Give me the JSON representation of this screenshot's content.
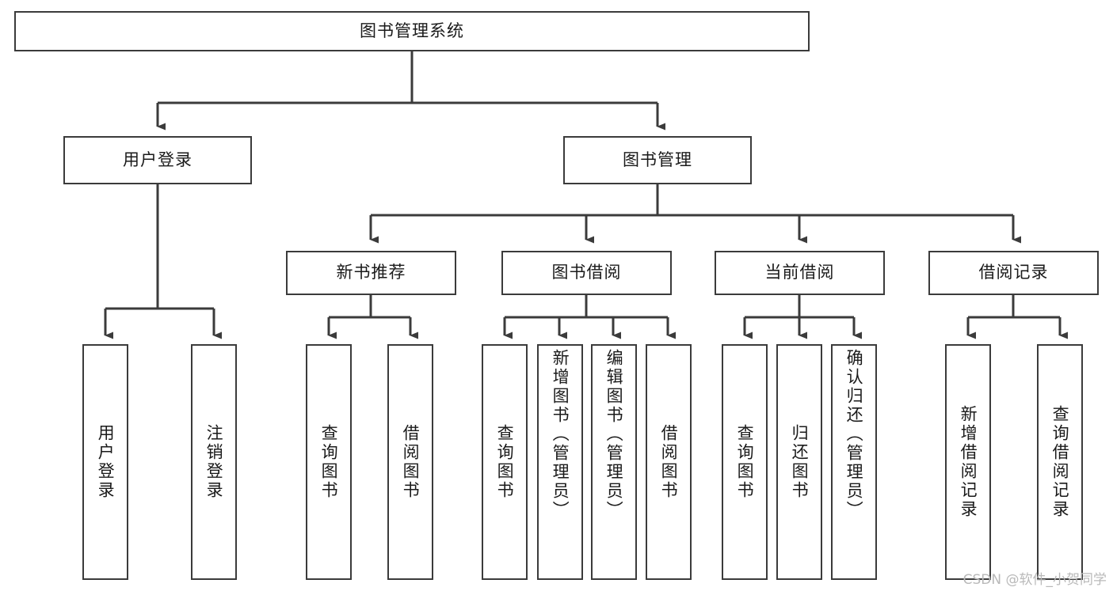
{
  "diagram": {
    "type": "tree-hierarchy",
    "title": "图书管理系统",
    "orientation": "top-down",
    "root": {
      "label": "图书管理系统",
      "children": [
        {
          "label": "用户登录",
          "children": [
            {
              "label": "用户登录"
            },
            {
              "label": "注销登录"
            }
          ]
        },
        {
          "label": "图书管理",
          "children": [
            {
              "label": "新书推荐",
              "children": [
                {
                  "label": "查询图书"
                },
                {
                  "label": "借阅图书"
                }
              ]
            },
            {
              "label": "图书借阅",
              "children": [
                {
                  "label": "查询图书"
                },
                {
                  "label": "新增图书（管理员）"
                },
                {
                  "label": "编辑图书（管理员）"
                },
                {
                  "label": "借阅图书"
                }
              ]
            },
            {
              "label": "当前借阅",
              "children": [
                {
                  "label": "查询图书"
                },
                {
                  "label": "归还图书"
                },
                {
                  "label": "确认归还（管理员）"
                }
              ]
            },
            {
              "label": "借阅记录",
              "children": [
                {
                  "label": "新增借阅记录"
                },
                {
                  "label": "查询借阅记录"
                }
              ]
            }
          ]
        }
      ]
    }
  },
  "nodes": {
    "root": "图书管理系统",
    "level1": {
      "user_login": "用户登录",
      "book_manage": "图书管理"
    },
    "level2": {
      "new_book_rec": "新书推荐",
      "book_borrow": "图书借阅",
      "current_borrow": "当前借阅",
      "borrow_record": "借阅记录"
    },
    "leaves": {
      "user_login_1": "用户登录",
      "user_login_2": "注销登录",
      "new_book_1": "查询图书",
      "new_book_2": "借阅图书",
      "borrow_1": "查询图书",
      "borrow_2": "新增图书（管理员）",
      "borrow_3": "编辑图书（管理员）",
      "borrow_4": "借阅图书",
      "current_1": "查询图书",
      "current_2": "归还图书",
      "current_3": "确认归还（管理员）",
      "record_1": "新增借阅记录",
      "record_2": "查询借阅记录"
    }
  },
  "watermark": {
    "text": "CSDN @软件_小贺同学"
  },
  "colors": {
    "border": "#3b3b3b",
    "background": "#ffffff",
    "text": "#1a1a1a",
    "connector": "#3b3b3b",
    "watermark": "#b9b9b9"
  }
}
